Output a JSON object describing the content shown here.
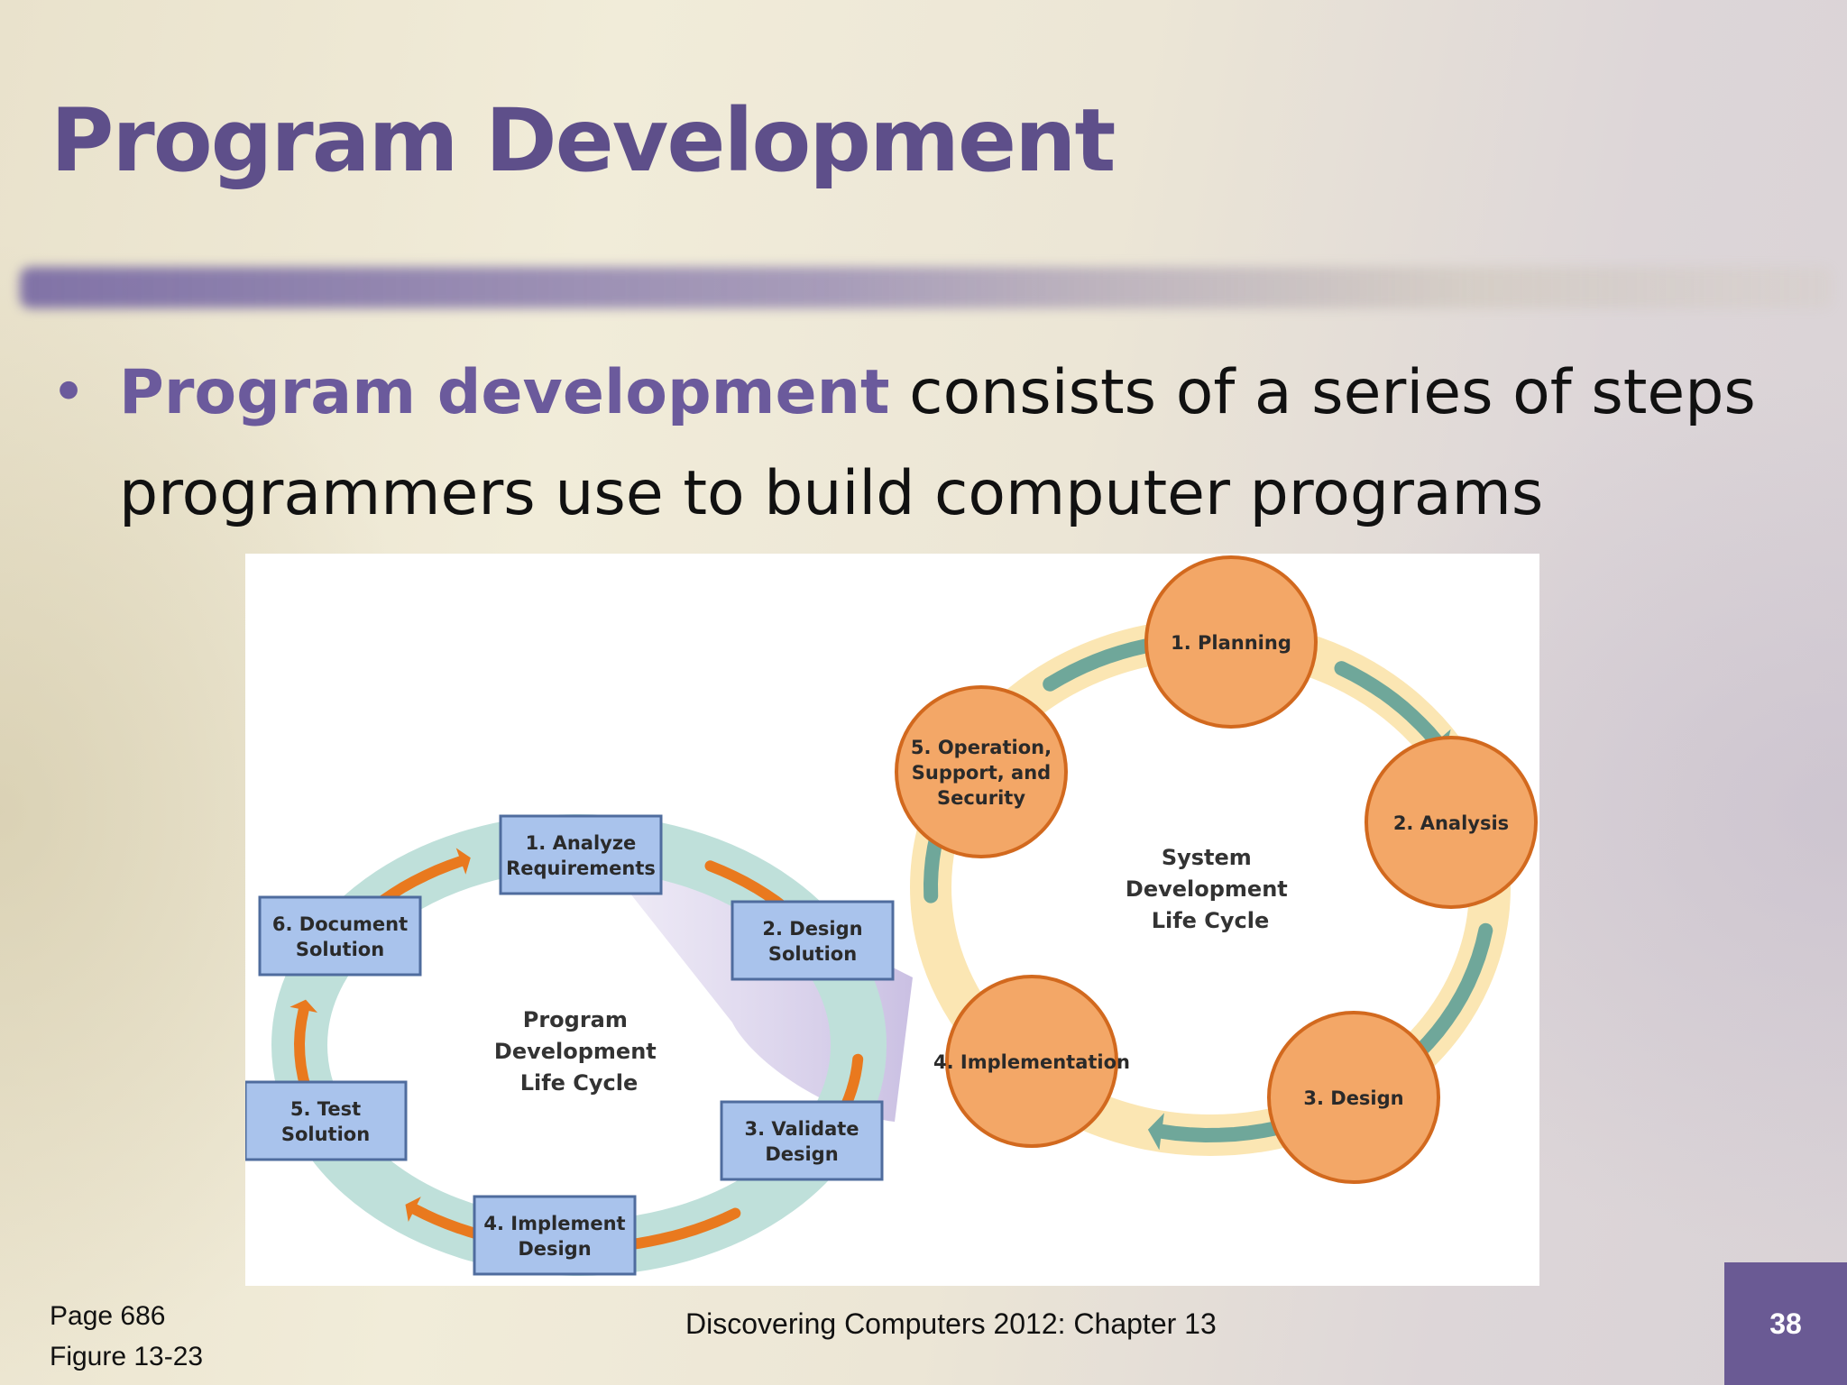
{
  "slide": {
    "title": "Program Development",
    "bullet": {
      "term": "Program development",
      "rest": " consists of a series of steps programmers use to build computer programs"
    },
    "caption": {
      "page": "Page 686",
      "figure": "Figure 13-23"
    },
    "footer": "Discovering Computers 2012: Chapter 13",
    "page_number": "38"
  },
  "diagram": {
    "program_cycle": {
      "center_label": [
        "Program",
        "Development",
        "Life Cycle"
      ],
      "steps": [
        [
          "1. Analyze",
          "Requirements"
        ],
        [
          "2. Design",
          "Solution"
        ],
        [
          "3. Validate",
          "Design"
        ],
        [
          "4. Implement",
          "Design"
        ],
        [
          "5. Test",
          "Solution"
        ],
        [
          "6. Document",
          "Solution"
        ]
      ]
    },
    "system_cycle": {
      "center_label": [
        "System",
        "Development",
        "Life Cycle"
      ],
      "phases": [
        [
          "1. Planning"
        ],
        [
          "2. Analysis"
        ],
        [
          "3. Design"
        ],
        [
          "4. Implementation"
        ],
        [
          "5. Operation,",
          "Support, and",
          "Security"
        ]
      ]
    }
  },
  "colors": {
    "title": "#5e4f8a",
    "accent": "#6b5a9c",
    "box_fill": "#a9c3ec",
    "box_stroke": "#4f6c9e",
    "circle_fill": "#f3a767",
    "circle_stroke": "#d2691e",
    "ring_program": "#bfe0da",
    "ring_system": "#fbe6b3",
    "arrow_orange": "#e9791e",
    "arrow_teal": "#6fa79a"
  }
}
